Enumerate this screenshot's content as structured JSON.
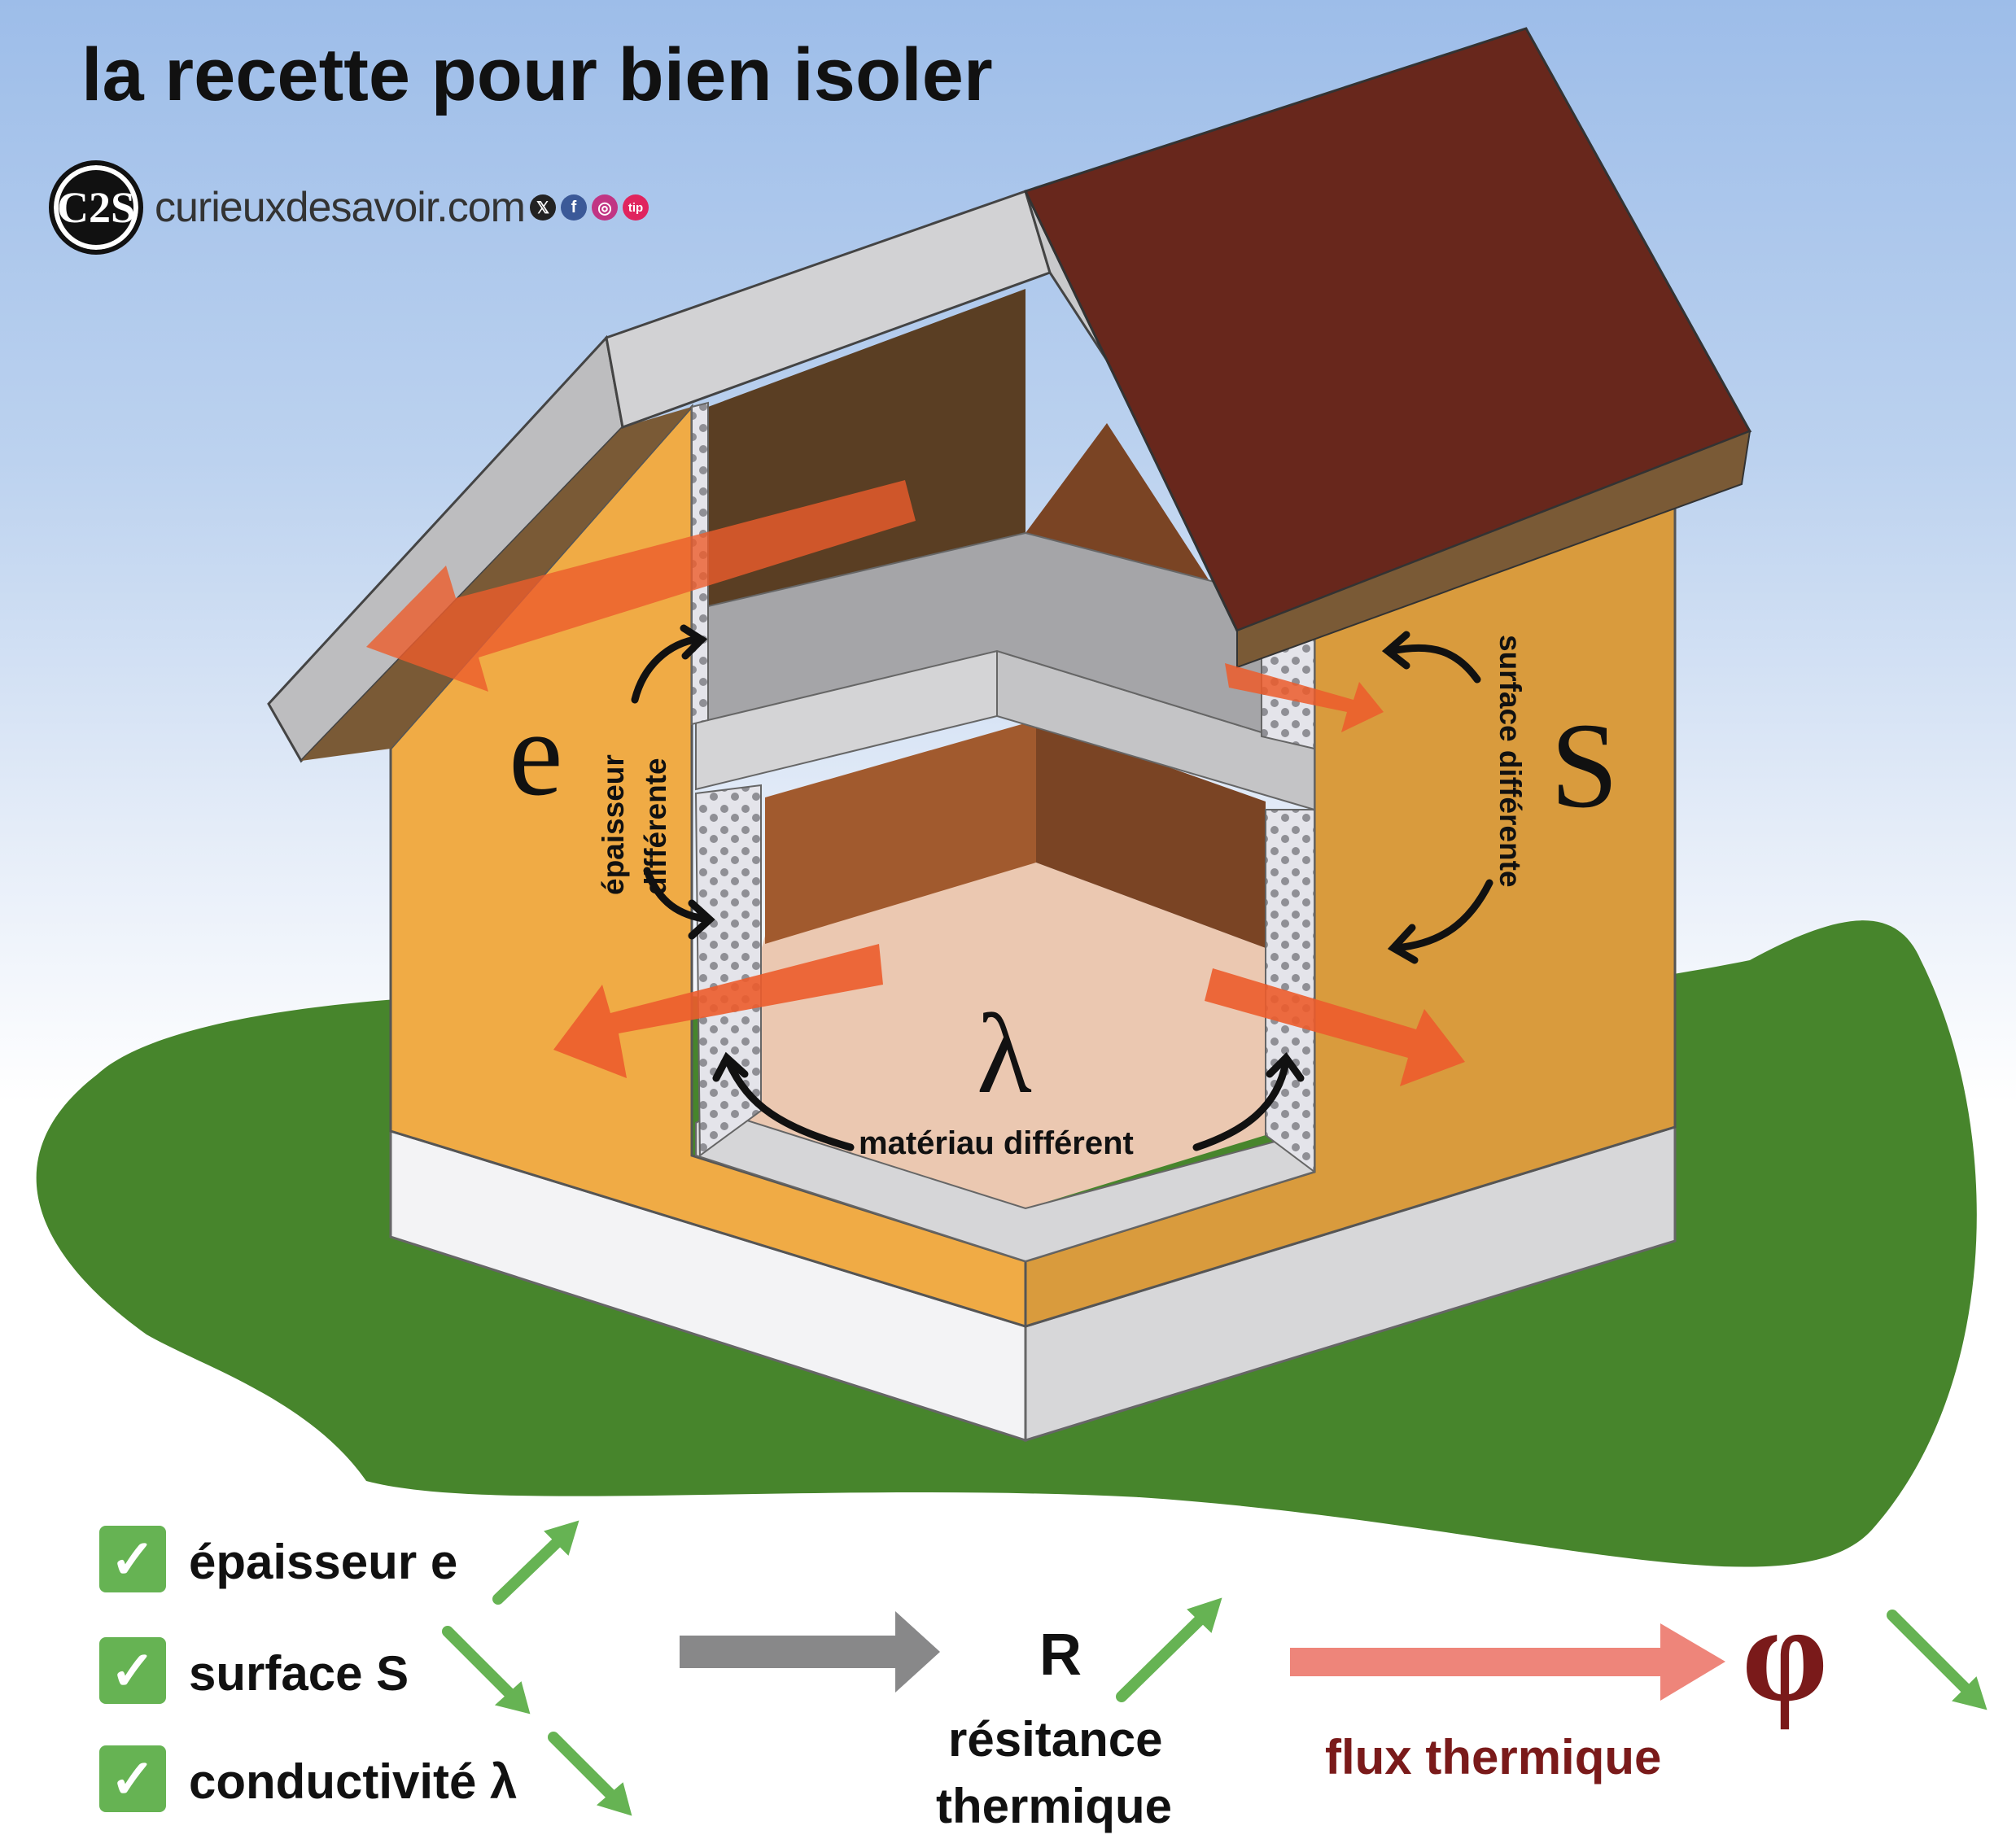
{
  "title": "la recette pour bien isoler",
  "brand": {
    "logo_text": "C2S",
    "site": "curieuxdesavoir.com",
    "social_icons": [
      "x-icon",
      "facebook-icon",
      "instagram-icon",
      "tip-icon"
    ]
  },
  "house_labels": {
    "e_symbol": "e",
    "e_caption_line1": "épaisseur",
    "e_caption_line2": "différente",
    "s_symbol": "S",
    "s_caption": "surface différente",
    "lambda_symbol": "λ",
    "lambda_caption": "matériau différent"
  },
  "checklist": [
    {
      "label": "épaisseur e",
      "trend": "up"
    },
    {
      "label": "surface S",
      "trend": "down"
    },
    {
      "label": "conductivité λ",
      "trend": "down"
    }
  ],
  "result": {
    "r_symbol": "R",
    "r_caption_line1": "résitance",
    "r_caption_line2": "thermique",
    "r_trend": "up",
    "flux_caption": "flux thermique",
    "phi_symbol": "φ",
    "phi_trend": "down"
  },
  "colors": {
    "wall_left": "#f0ab45",
    "wall_right": "#d99b3d",
    "roof": "#68271c",
    "grass": "#47852c",
    "heat_arrow": "#ec5c2c",
    "trend_arrow": "#66b353",
    "flux_arrow": "#ee857a",
    "phi_color": "#7a1a1a"
  }
}
